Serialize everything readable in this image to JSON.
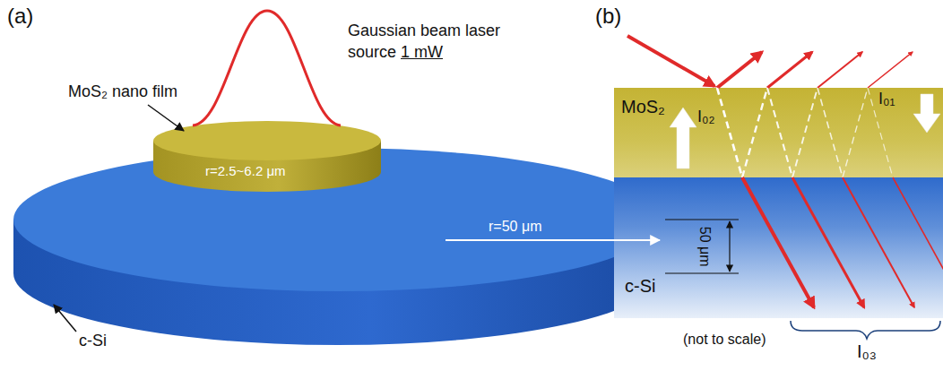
{
  "diagram": {
    "nodes": [
      {
        "text": [
          "r=50 μm"
        ]
      },
      {
        "text": [
          "r=2.5~6.2 μm"
        ]
      },
      {
        "text": [
          "MoS₂",
          "I₀₂",
          "I₀₁"
        ]
      },
      {
        "text": [
          "c-Si"
        ]
      }
    ],
    "labels": [
      "(a)",
      "Gaussian beam laser",
      "source",
      "1 mW",
      "MoS₂ nano film",
      "50 μm",
      "c-Si",
      "(not to scale)",
      "(b)",
      "I₀₃"
    ]
  }
}
